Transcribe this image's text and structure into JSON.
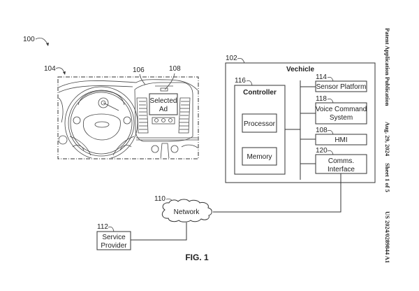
{
  "header": {
    "publication_type": "Patent Application Publication",
    "date": "Aug. 29, 2024",
    "sheet": "Sheet 1 of 5",
    "publication_number": "US 2024/0289844 A1"
  },
  "figure": {
    "caption": "FIG. 1",
    "system_ref": "100",
    "dashboard": {
      "ref": "104",
      "panel_ref": "106",
      "display_ref": "108",
      "display_text_line1": "Selected",
      "display_text_line2": "Ad"
    },
    "vehicle": {
      "ref": "102",
      "title": "Vechicle",
      "controller": {
        "ref": "116",
        "title": "Controller",
        "processor_label": "Processor",
        "memory_label": "Memory"
      },
      "components": [
        {
          "ref": "114",
          "line1": "Sensor Platform",
          "line2": ""
        },
        {
          "ref": "118",
          "line1": "Voice Command",
          "line2": "System"
        },
        {
          "ref": "108",
          "line1": "HMI",
          "line2": ""
        },
        {
          "ref": "120",
          "line1": "Comms.",
          "line2": "Interface"
        }
      ]
    },
    "network": {
      "ref": "110",
      "label": "Network"
    },
    "service_provider": {
      "ref": "112",
      "line1": "Service",
      "line2": "Provider"
    }
  }
}
